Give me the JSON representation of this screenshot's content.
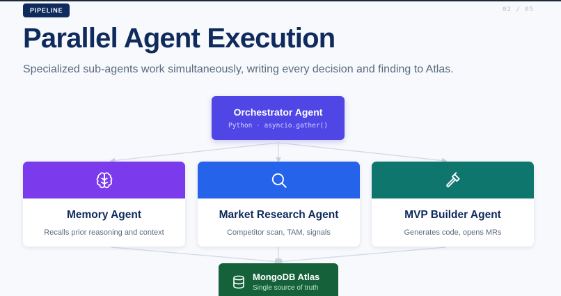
{
  "badge": "PIPELINE",
  "pager": "02 / 05",
  "title": "Parallel Agent Execution",
  "subtitle": "Specialized sub-agents work simultaneously, writing every decision and finding to Atlas.",
  "orchestrator": {
    "name": "Orchestrator Agent",
    "sub": "Python · asyncio.gather()",
    "color": "#4f46e5"
  },
  "agents": [
    {
      "name": "Memory Agent",
      "desc": "Recalls prior reasoning and context",
      "icon": "brain-icon",
      "color": "#7c3aed"
    },
    {
      "name": "Market Research Agent",
      "desc": "Competitor scan, TAM, signals",
      "icon": "search-icon",
      "color": "#2563eb"
    },
    {
      "name": "MVP Builder Agent",
      "desc": "Generates code, opens MRs",
      "icon": "hammer-icon",
      "color": "#0f766e"
    }
  ],
  "atlas": {
    "name": "MongoDB Atlas",
    "sub": "Single source of truth",
    "icon": "database-icon",
    "color": "#14613a"
  }
}
